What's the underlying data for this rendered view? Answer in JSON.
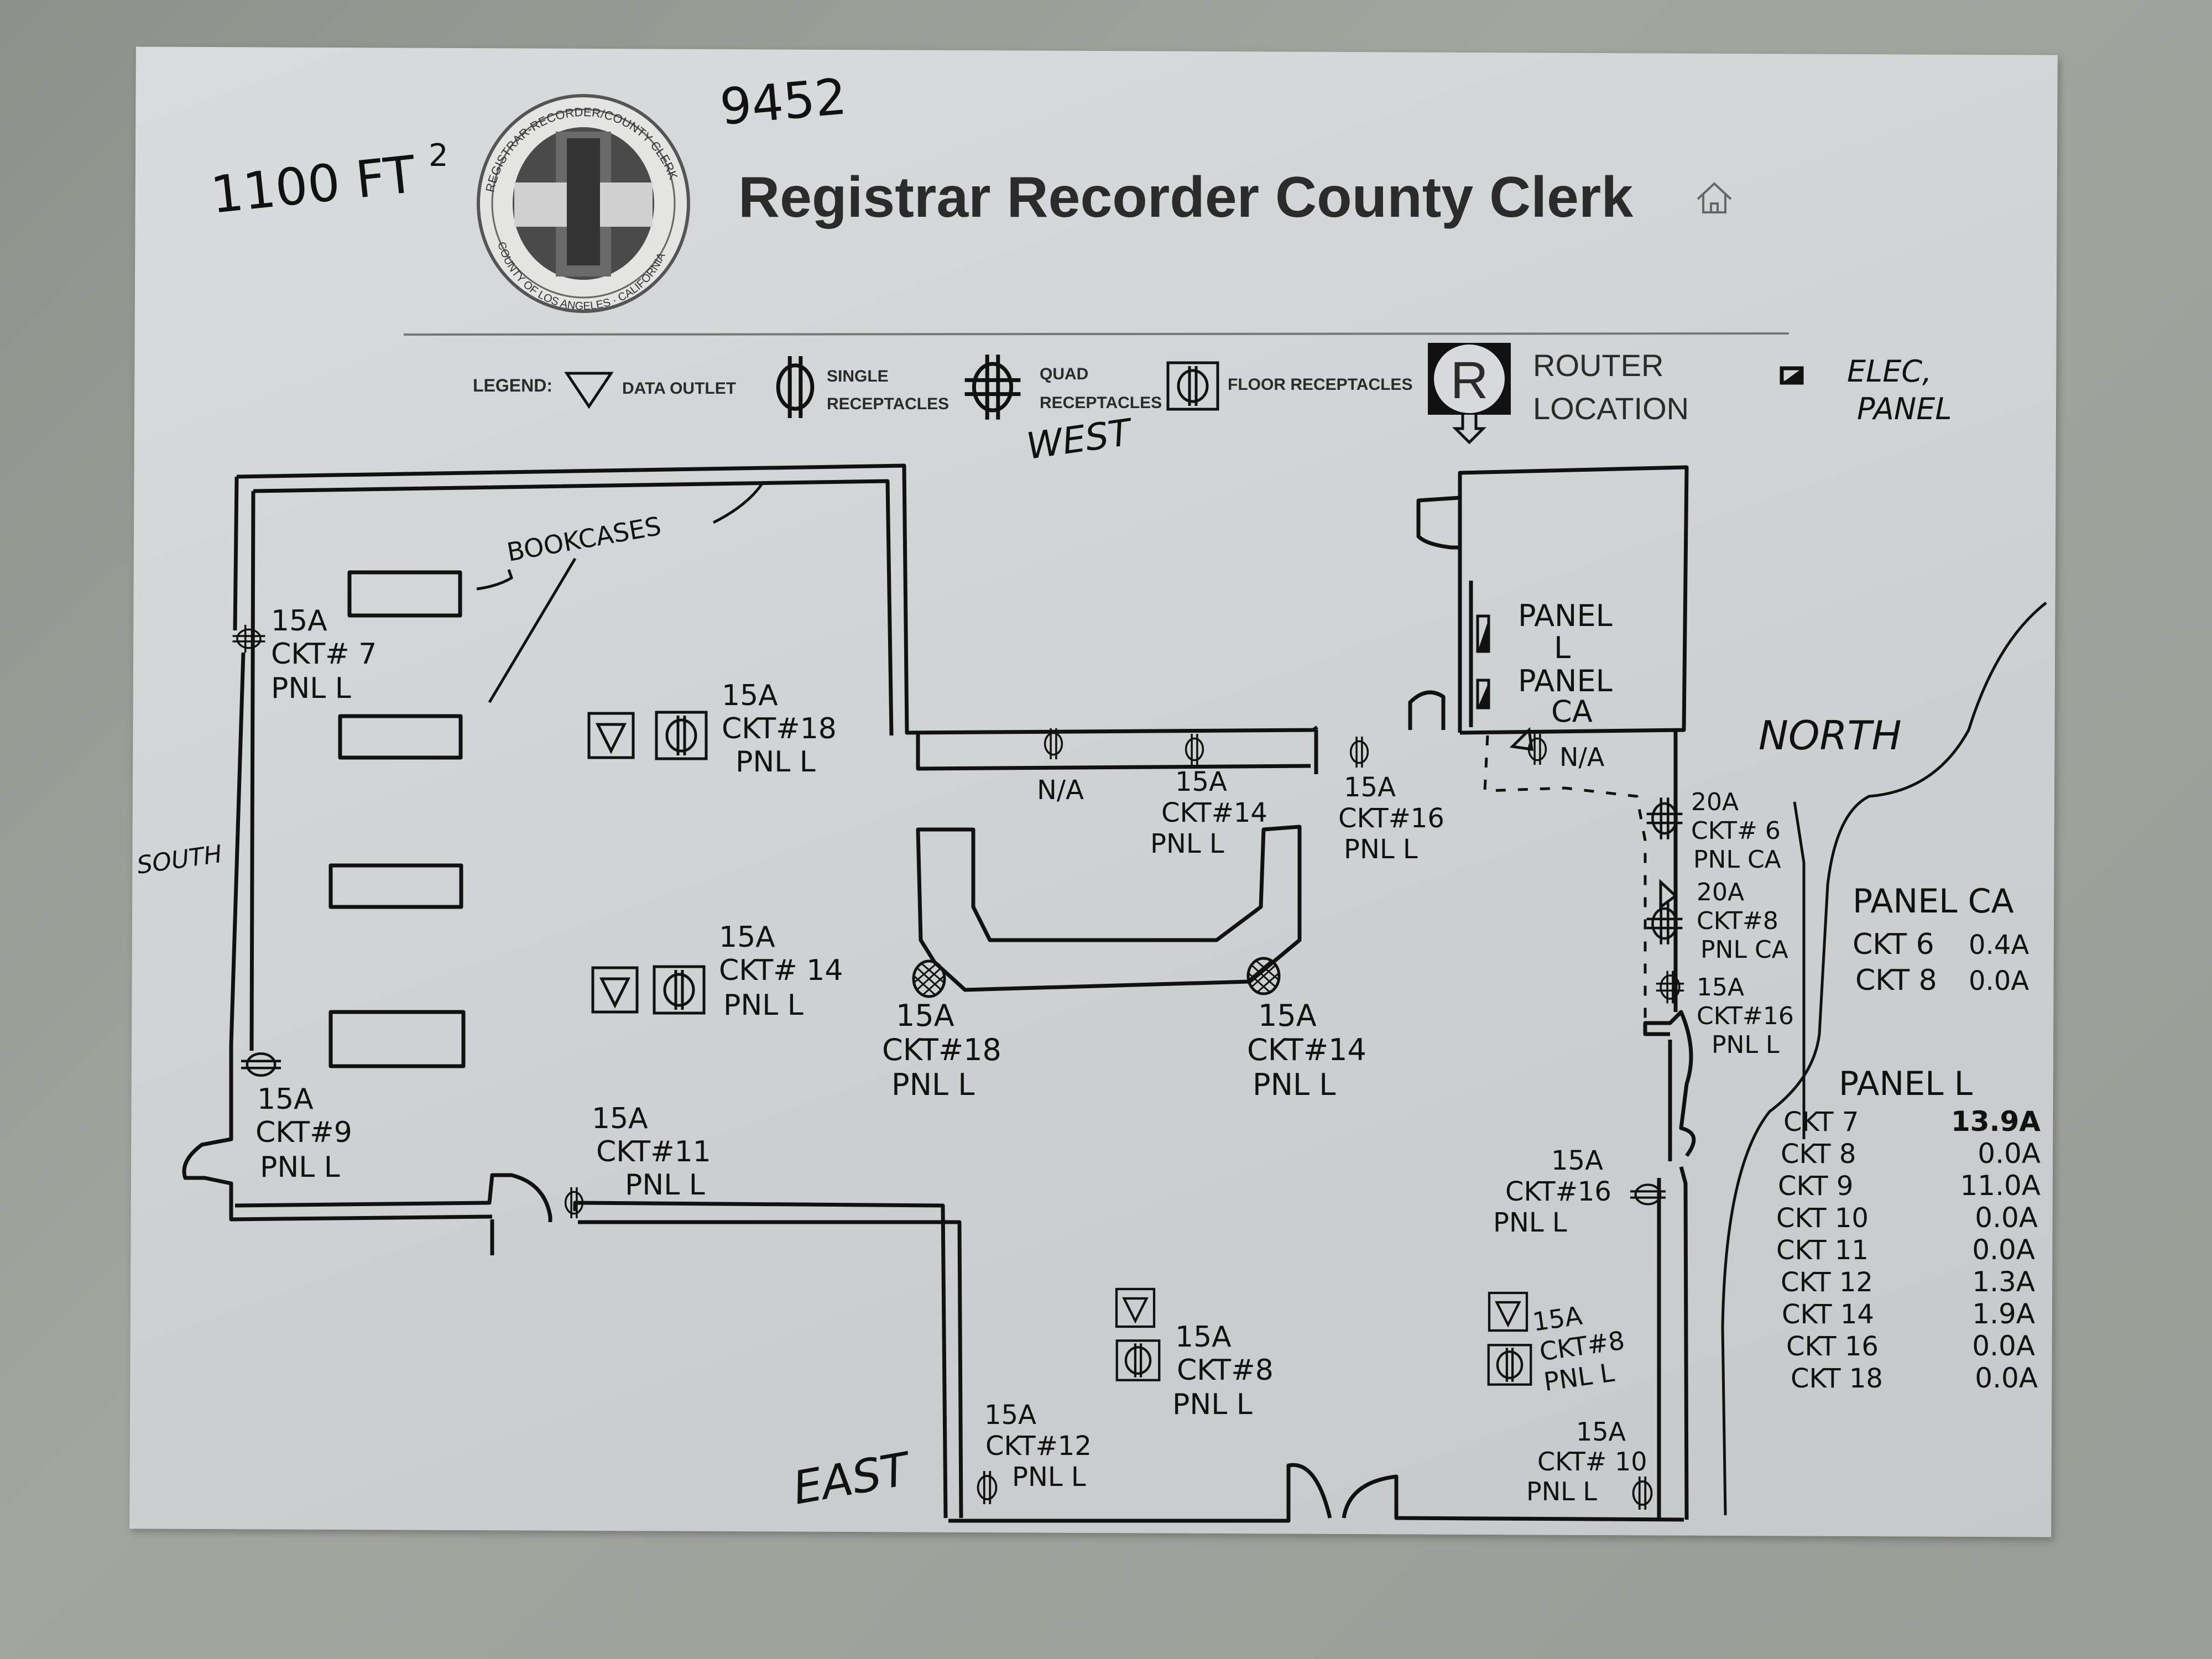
{
  "header": {
    "title": "Registrar Recorder County Clerk",
    "seal_text_top": "REGISTRAR-RECORDER/COUNTY CLERK",
    "seal_text_bottom": "COUNTY OF LOS ANGELES · CALIFORNIA",
    "home_icon": "home-icon"
  },
  "notes": {
    "area": "1100 FT",
    "area_sup": "2",
    "number": "9452"
  },
  "legend": {
    "label": "LEGEND:",
    "items": [
      {
        "icon": "data-outlet-icon",
        "label": "DATA OUTLET"
      },
      {
        "icon": "single-receptacle-icon",
        "label_1": "SINGLE",
        "label_2": "RECEPTACLES"
      },
      {
        "icon": "quad-receptacle-icon",
        "label_1": "QUAD",
        "label_2": "RECEPTACLES"
      },
      {
        "icon": "floor-receptacle-icon",
        "label": "FLOOR RECEPTACLES"
      },
      {
        "icon": "router-icon",
        "glyph": "R",
        "label_1": "ROUTER",
        "label_2": "LOCATION"
      },
      {
        "icon": "elec-panel-icon",
        "label_1": "ELEC,",
        "label_2": "PANEL"
      }
    ]
  },
  "directions": {
    "west": "WEST",
    "south": "SOUTH",
    "north": "NORTH",
    "east": "EAST"
  },
  "rooms": {
    "bookcases": "BOOKCASES",
    "panel_l": [
      "PANEL",
      "L"
    ],
    "panel_ca": [
      "PANEL",
      "CA"
    ]
  },
  "outlets": [
    {
      "id": "ckt7-south",
      "lines": [
        "15A",
        "CKT# 7",
        "PNL  L"
      ]
    },
    {
      "id": "ckt18-floor",
      "lines": [
        "15A",
        "CKT#18",
        "PNL  L"
      ]
    },
    {
      "id": "ckt14-floor",
      "lines": [
        "15A",
        "CKT# 14",
        "PNL  L"
      ]
    },
    {
      "id": "ckt9",
      "lines": [
        "15A",
        "CKT#9",
        "PNL  L"
      ]
    },
    {
      "id": "ckt11",
      "lines": [
        "15A",
        "CKT#11",
        "PNL  L"
      ]
    },
    {
      "id": "na-west-1",
      "lines": [
        "N/A"
      ]
    },
    {
      "id": "ckt14-west",
      "lines": [
        "15A",
        "CKT#14",
        "PNL  L"
      ]
    },
    {
      "id": "ckt16-west",
      "lines": [
        "15A",
        "CKT#16",
        "PNL  L"
      ]
    },
    {
      "id": "na-north",
      "lines": [
        "N/A"
      ]
    },
    {
      "id": "ckt18-quad",
      "lines": [
        "15A",
        "CKT#18",
        "PNL  L"
      ]
    },
    {
      "id": "ckt14-quad",
      "lines": [
        "15A",
        "CKT#14",
        "PNL  L"
      ]
    },
    {
      "id": "ckt6-ca",
      "lines": [
        "20A",
        "CKT# 6",
        "PNL  CA"
      ]
    },
    {
      "id": "ckt8-ca",
      "lines": [
        "20A",
        "CKT#8",
        "PNL  CA"
      ]
    },
    {
      "id": "ckt16-north",
      "lines": [
        "15A",
        "CKT#16",
        "PNL  L"
      ]
    },
    {
      "id": "ckt16-east",
      "lines": [
        "15A",
        "CKT#16",
        "PNL  L"
      ]
    },
    {
      "id": "ckt8-floor-a",
      "lines": [
        "15A",
        "CKT#8",
        "PNL  L"
      ]
    },
    {
      "id": "ckt8-floor-b",
      "lines": [
        "15A",
        "CKT#8",
        "PNL  L"
      ]
    },
    {
      "id": "ckt12",
      "lines": [
        "15A",
        "CKT#12",
        "PNL  L"
      ]
    },
    {
      "id": "ckt10",
      "lines": [
        "15A",
        "CKT# 10",
        "PNL  L"
      ]
    }
  ],
  "panel_ca_table": {
    "title": "PANEL CA",
    "rows": [
      {
        "circuit": "CKT 6",
        "amps": "0.4A"
      },
      {
        "circuit": "CKT 8",
        "amps": "0.0A"
      }
    ]
  },
  "panel_l_table": {
    "title": "PANEL L",
    "rows": [
      {
        "circuit": "CKT 7",
        "amps": "13.9A"
      },
      {
        "circuit": "CKT 8",
        "amps": "0.0A"
      },
      {
        "circuit": "CKT 9",
        "amps": "11.0A"
      },
      {
        "circuit": "CKT 10",
        "amps": "0.0A"
      },
      {
        "circuit": "CKT 11",
        "amps": "0.0A"
      },
      {
        "circuit": "CKT 12",
        "amps": "1.3A"
      },
      {
        "circuit": "CKT 14",
        "amps": "1.9A"
      },
      {
        "circuit": "CKT 16",
        "amps": "0.0A"
      },
      {
        "circuit": "CKT 18",
        "amps": "0.0A"
      }
    ]
  }
}
